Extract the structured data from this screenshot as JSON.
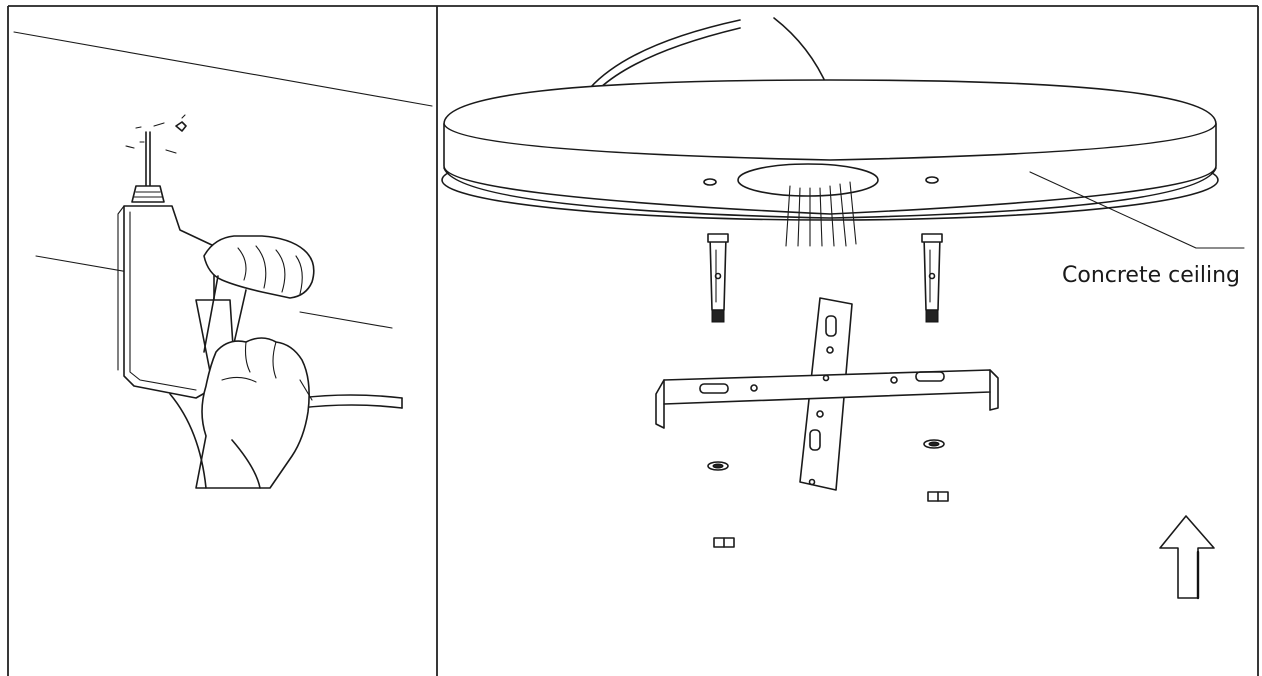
{
  "labels": {
    "concrete_ceiling": "Concrete ceiling"
  },
  "panels": {
    "left": "drill-step",
    "right": "mount-step"
  },
  "icons": {
    "drill": "power-drill-icon",
    "direction": "up-arrow-icon"
  },
  "colors": {
    "ink": "#1a1a1a",
    "background": "#ffffff"
  }
}
